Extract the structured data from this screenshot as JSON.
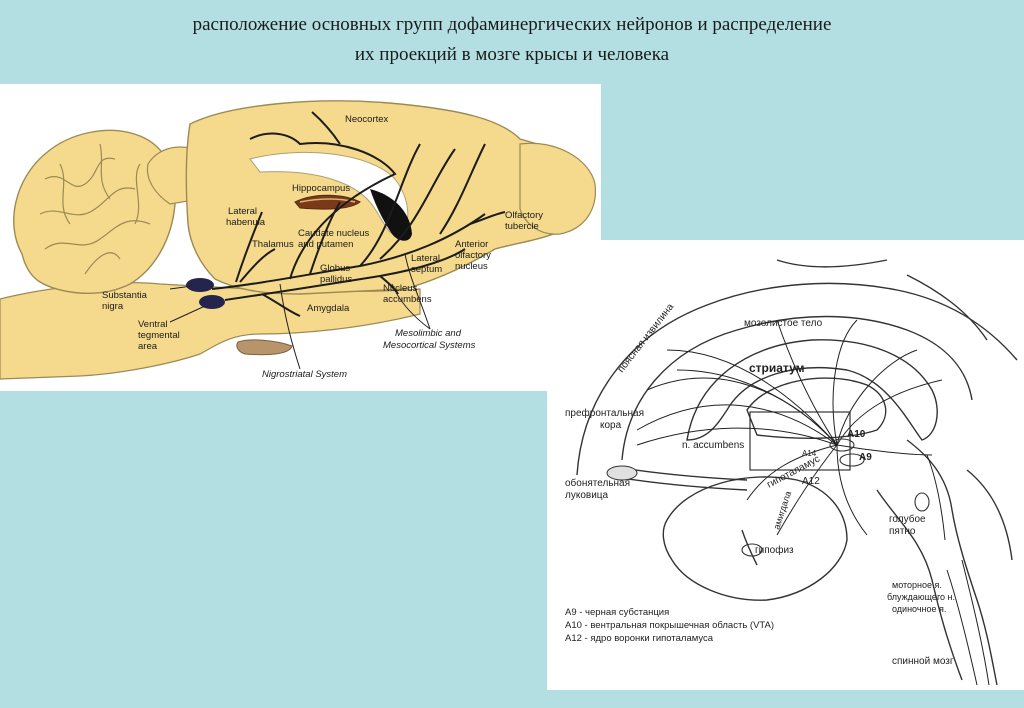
{
  "title": {
    "line1": "расположение основных групп дофаминергических нейронов и распределение",
    "line2": "их проекций в мозге крысы и человека"
  },
  "rat_diagram": {
    "labels": {
      "neocortex": "Neocortex",
      "hippocampus": "Hippocampus",
      "lateral_habenula_1": "Lateral",
      "lateral_habenula_2": "habenula",
      "thalamus": "Thalamus",
      "caudate_1": "Caudate nucleus",
      "caudate_2": "and putamen",
      "globus_1": "Globus",
      "globus_2": "pallidus",
      "lateral_septum_1": "Lateral",
      "lateral_septum_2": "septum",
      "anterior_olf_1": "Anterior",
      "anterior_olf_2": "olfactory",
      "anterior_olf_3": "nucleus",
      "olfactory_tubercle_1": "Olfactory",
      "olfactory_tubercle_2": "tubercle",
      "substantia_1": "Substantia",
      "substantia_2": "nigra",
      "vta_1": "Ventral",
      "vta_2": "tegmental",
      "vta_3": "area",
      "nucleus_acc_1": "Nucleus",
      "nucleus_acc_2": "accumbens",
      "amygdala": "Amygdala",
      "mesolimbic_1": "Mesolimbic and",
      "mesolimbic_2": "Mesocortical Systems",
      "nigrostriatal": "Nigrostriatal System"
    }
  },
  "human_diagram": {
    "labels": {
      "cingulate": "поясная извилина",
      "corpus_callosum": "мозолистое тело",
      "striatum": "стриатум",
      "prefrontal_1": "префронтальная",
      "prefrontal_2": "кора",
      "accumbens": "n. accumbens",
      "a10": "A10",
      "a14": "A14",
      "a9": "A9",
      "hypothalamus": "гипоталамус",
      "a12": "A12",
      "olfactory_bulb_1": "обонятельная",
      "olfactory_bulb_2": "луковица",
      "amygdala": "амигдала",
      "pituitary": "гипофиз",
      "locus_1": "голубое",
      "locus_2": "пятно",
      "vagus_1": "моторное я.",
      "vagus_2": "блуждающего н.",
      "vagus_3": "одиночное я.",
      "spinal_cord": "спинной мозг"
    },
    "legend": [
      "А9 - черная субстанция",
      "А10 - вентральная покрышечная область (VTA)",
      "А12 - ядро воронки гипоталамуса"
    ]
  },
  "colors": {
    "background": "#b3dfe2",
    "rat_tissue": "#f5d98c",
    "rat_outline": "#9c8a55",
    "nuclei": "#24244f"
  }
}
